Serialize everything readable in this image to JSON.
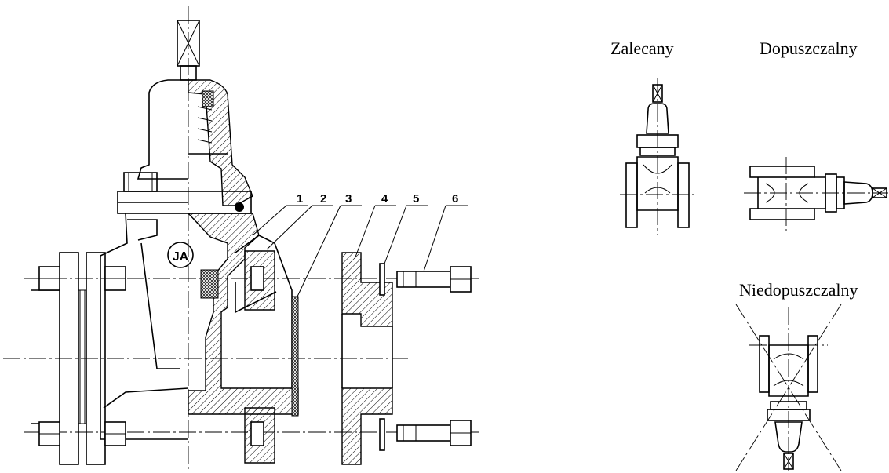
{
  "labels": {
    "recommended": "Zalecany",
    "allowed": "Dopuszczalny",
    "not_allowed": "Niedopuszczalny"
  },
  "parts": [
    {
      "number": "1"
    },
    {
      "number": "2"
    },
    {
      "number": "3"
    },
    {
      "number": "4"
    },
    {
      "number": "5"
    },
    {
      "number": "6"
    }
  ],
  "logo_text": "JA"
}
